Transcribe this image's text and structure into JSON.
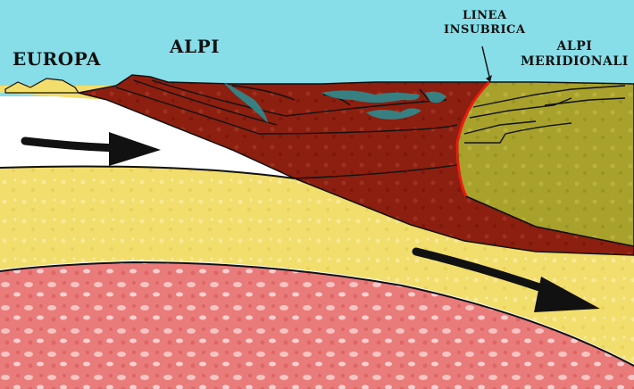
{
  "labels": {
    "europa": "EUROPA",
    "alpi": "ALPI",
    "linea_line1": "LINEA",
    "linea_line2": "INSUBRICA",
    "meridionali_line1": "ALPI",
    "meridionali_line2": "MERIDIONALI"
  },
  "colors": {
    "sky": "#87dde8",
    "continental_crust": "#f2de6c",
    "alpine_nappes": "#8c1f10",
    "southern_alps": "#a8a22c",
    "mantle": "#ea7b7b",
    "ophiolite_lenses": "#2e8a8e",
    "insubric_fault": "#e81c10",
    "outline": "#111111"
  },
  "icons": {
    "motion_arrows": "arrow-right-icon"
  }
}
